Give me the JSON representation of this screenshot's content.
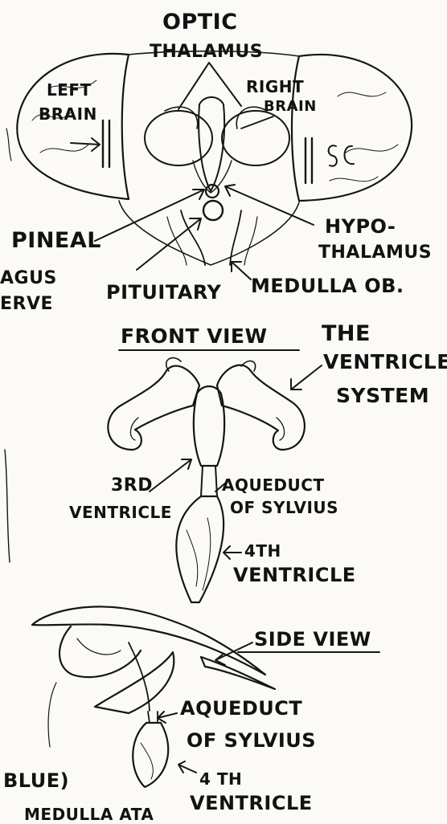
{
  "colors": {
    "ink": "#151515",
    "paper": "#fbfaf7",
    "shade": "#dcdcd6"
  },
  "labels": {
    "optic": "OPTIC",
    "thalamus": "THALAMUS",
    "left_brain_1": "LEFT",
    "left_brain_2": "BRAIN",
    "right_brain_1": "RIGHT",
    "right_brain_2": "BRAIN",
    "pineal": "PINEAL",
    "hypothalamus_1": "HYPO-",
    "hypothalamus_2": "THALAMUS",
    "vagus_1": "AGUS",
    "vagus_2": "ERVE",
    "pituitary": "PITUITARY",
    "medulla": "MEDULLA OB.",
    "front_view": "FRONT VIEW",
    "ventricle_system_1": "THE",
    "ventricle_system_2": "VENTRICLE",
    "ventricle_system_3": "SYSTEM",
    "third_ventricle_1": "3RD",
    "third_ventricle_2": "VENTRICLE",
    "aqueduct_1": "AQUEDUCT",
    "aqueduct_2": "OF SYLVIUS",
    "fourth_ventricle_1": "4TH",
    "fourth_ventricle_2": "VENTRICLE",
    "side_view": "SIDE VIEW",
    "aqueduct_side_1": "AQUEDUCT",
    "aqueduct_side_2": "OF SYLVIUS",
    "fourth_side_1": "4 TH",
    "fourth_side_2": "VENTRICLE",
    "blue_note": "BLUE)",
    "medulla_note": "MEDULLA ATA"
  }
}
